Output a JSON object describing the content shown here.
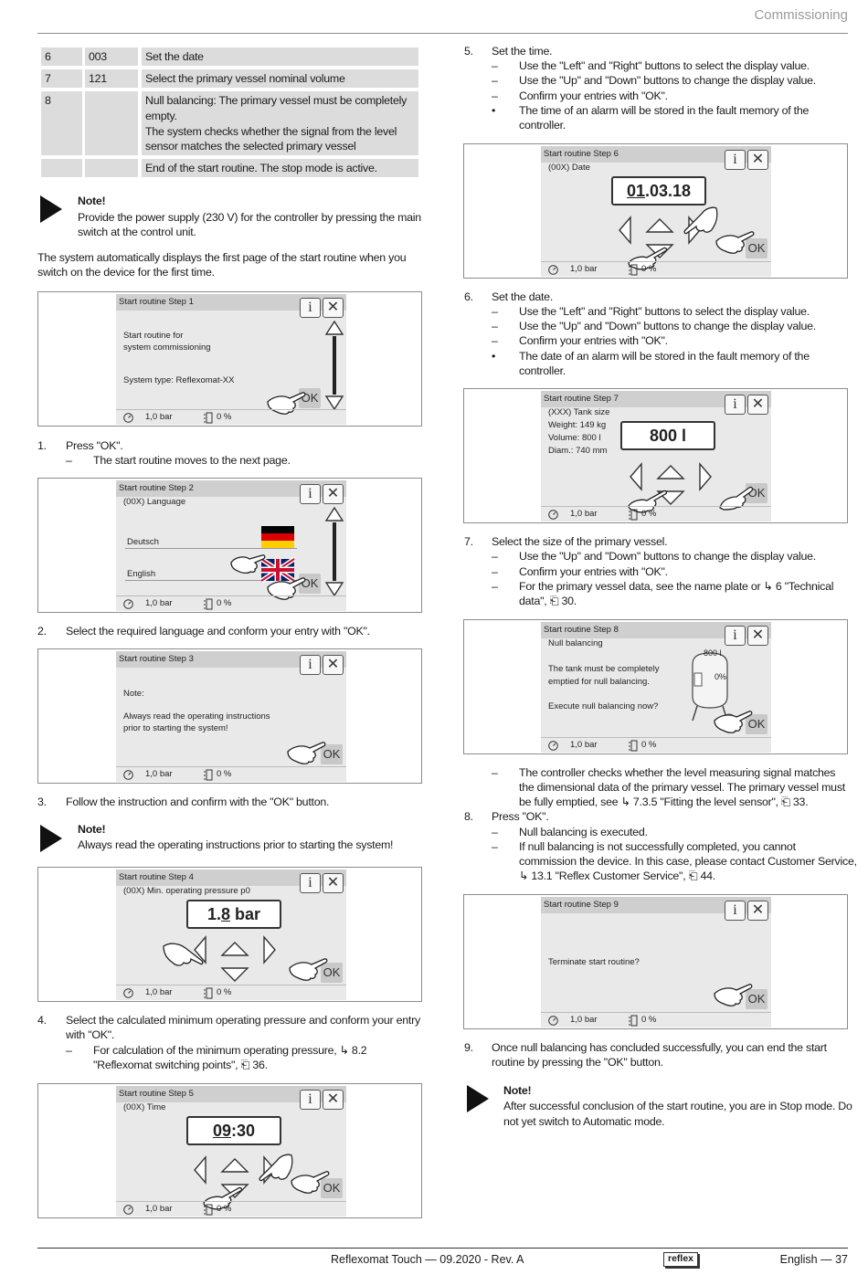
{
  "header": {
    "section": "Commissioning"
  },
  "table": [
    {
      "col1": "6",
      "col2": "003",
      "col3": "Set the date"
    },
    {
      "col1": "7",
      "col2": "121",
      "col3": "Select the primary vessel nominal volume"
    },
    {
      "col1": "8",
      "col2": "",
      "col3a": "Null balancing: The primary vessel must be completely",
      "col3b": "empty.",
      "col3c": "The system checks whether the signal from the level",
      "col3d": "sensor matches the selected primary vessel"
    },
    {
      "col1": "",
      "col2": "",
      "col3": "End of the start routine. The stop mode is active."
    }
  ],
  "note1": {
    "title": "Note!",
    "line1": "Provide the power supply (230 V) for the controller by pressing the main",
    "line2": "switch at the control unit."
  },
  "intro": {
    "line1": "The system automatically displays the first page of the start routine when you",
    "line2": "switch on the device for the first time."
  },
  "status": {
    "pressure": "1,0 bar",
    "level": "0 %",
    "ok": "OK",
    "info": "i",
    "close": "✕"
  },
  "screen1": {
    "title": "Start routine Step 1",
    "l1": "Start routine for",
    "l2": "system commissioning",
    "l3": "System type: Reflexomat-XX"
  },
  "step1": {
    "num": "1.",
    "text": "Press \"OK\".",
    "dash": "–",
    "sub": "The start routine moves to the next page."
  },
  "screen2": {
    "title": "Start routine Step 2",
    "sub": "(00X) Language",
    "opt1": "Deutsch",
    "opt2": "English"
  },
  "step2": {
    "num": "2.",
    "text": "Select the required language and conform your entry with \"OK\"."
  },
  "screen3": {
    "title": "Start routine Step 3",
    "l1": "Note:",
    "l2": "Always read the operating instructions",
    "l3": "prior to starting the system!"
  },
  "step3": {
    "num": "3.",
    "text": "Follow the instruction and confirm with the \"OK\" button."
  },
  "note2": {
    "title": "Note!",
    "line1": "Always read the operating instructions prior to starting the system!"
  },
  "screen4": {
    "title": "Start routine Step 4",
    "sub": "(00X) Min. operating pressure p0",
    "v1": "1.",
    "v2": "8",
    "v3": " bar"
  },
  "step4": {
    "num": "4.",
    "line1": "Select the calculated minimum operating pressure and conform your entry",
    "line2": "with \"OK\".",
    "dash": "–",
    "sub1": "For calculation of the minimum operating pressure, ↳ 8.2",
    "sub2": "\"Reflexomat switching points\", ⎗ 36."
  },
  "screen5": {
    "title": "Start routine Step 5",
    "sub": "(00X) Time",
    "v1": "09",
    "v2": ":30"
  },
  "step5": {
    "num": "5.",
    "text": "Set the time.",
    "items": [
      {
        "m": "–",
        "t": "Use the \"Left\" and \"Right\" buttons to select the display value."
      },
      {
        "m": "–",
        "t": "Use the \"Up\" and \"Down\" buttons to change the display value."
      },
      {
        "m": "–",
        "t": "Confirm your entries with \"OK\"."
      },
      {
        "m": "•",
        "t": "The time of an alarm will be stored in the fault memory of the",
        "t2": "controller."
      }
    ]
  },
  "screen6": {
    "title": "Start routine Step 6",
    "sub": "(00X) Date",
    "v1": "01",
    "v2": ".03.18"
  },
  "step6": {
    "num": "6.",
    "text": "Set the date.",
    "items": [
      {
        "m": "–",
        "t": "Use the \"Left\" and \"Right\" buttons to select the display value."
      },
      {
        "m": "–",
        "t": "Use the \"Up\" and \"Down\" buttons to change the display value."
      },
      {
        "m": "–",
        "t": "Confirm your entries with \"OK\"."
      },
      {
        "m": "•",
        "t": "The date of an alarm will be stored in the fault memory of the",
        "t2": "controller."
      }
    ]
  },
  "screen7": {
    "title": "Start routine Step 7",
    "l1": "(XXX) Tank size",
    "l2": "Weight: 149 kg",
    "l3": "Volume: 800 l",
    "l4": "Diam.: 740 mm",
    "v": "800 l"
  },
  "step7": {
    "num": "7.",
    "text": "Select the size of the primary vessel.",
    "items": [
      {
        "m": "–",
        "t": "Use the \"Up\" and \"Down\" buttons to change the display value."
      },
      {
        "m": "–",
        "t": "Confirm your entries with \"OK\"."
      },
      {
        "m": "–",
        "t": "For the primary vessel data, see the name plate or ↳ 6 \"Technical",
        "t2": "data\", ⎗ 30."
      }
    ]
  },
  "screen8": {
    "title": "Start routine Step 8",
    "sub": "Null balancing",
    "l1": "The tank must be completely",
    "l2": "emptied for null balancing.",
    "l3": "Execute null balancing now?",
    "vol": "800 l",
    "pct": "0%"
  },
  "after8": {
    "dash": "–",
    "l1": "The controller checks whether the level measuring signal matches",
    "l2": "the dimensional data of the primary vessel. The primary vessel must",
    "l3": "be fully emptied, see ↳ 7.3.5 \"Fitting the level sensor\", ⎗ 33."
  },
  "step8": {
    "num": "8.",
    "text": "Press \"OK\".",
    "items": [
      {
        "m": "–",
        "t": "Null balancing is executed."
      },
      {
        "m": "–",
        "t": "If null balancing is not successfully completed, you cannot",
        "t2": "commission the device. In this case, please contact Customer Service,",
        "t3": "↳ 13.1 \"Reflex Customer Service\", ⎗ 44."
      }
    ]
  },
  "screen9": {
    "title": "Start routine Step 9",
    "l1": "Terminate start routine?"
  },
  "step9": {
    "num": "9.",
    "line1": "Once null balancing has concluded successfully, you can end the start",
    "line2": "routine by pressing the \"OK\" button."
  },
  "note3": {
    "title": "Note!",
    "line1": "After successful conclusion of the start routine, you are in Stop mode. Do",
    "line2": "not yet switch to Automatic mode."
  },
  "footer": {
    "doc": "Reflexomat Touch — 09.2020 - Rev. A",
    "brand": "reflex",
    "lang": "English — 37"
  }
}
